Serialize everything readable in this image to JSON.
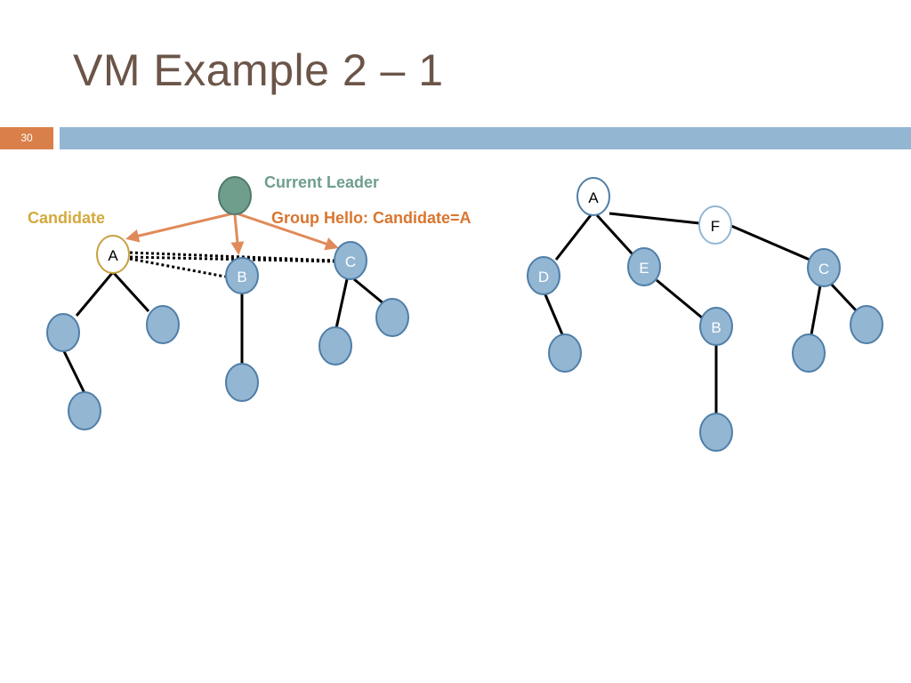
{
  "slide": {
    "title": "VM Example 2 – 1",
    "page_number": "30"
  },
  "annotations": {
    "current_leader": "Current Leader",
    "candidate": "Candidate",
    "group_hello": "Group Hello: Candidate=A"
  },
  "colors": {
    "title": "#6b5548",
    "accent_bar": "#93b6d3",
    "page_badge": "#d9804a",
    "node_fill": "#93b6d3",
    "node_stroke": "#4f7ea8",
    "leader_fill": "#6f9e8c",
    "candidate_stroke": "#c8a040",
    "hello_arrow": "#e08a5a",
    "leader_text": "#6f9e8c",
    "candidate_text": "#d4a93c",
    "hello_text": "#d9762f"
  },
  "left_tree": {
    "nodes": {
      "a": "A",
      "b": "B",
      "c": "C"
    }
  },
  "right_tree": {
    "nodes": {
      "a": "A",
      "f": "F",
      "d": "D",
      "e": "E",
      "b": "B",
      "c": "C"
    }
  }
}
